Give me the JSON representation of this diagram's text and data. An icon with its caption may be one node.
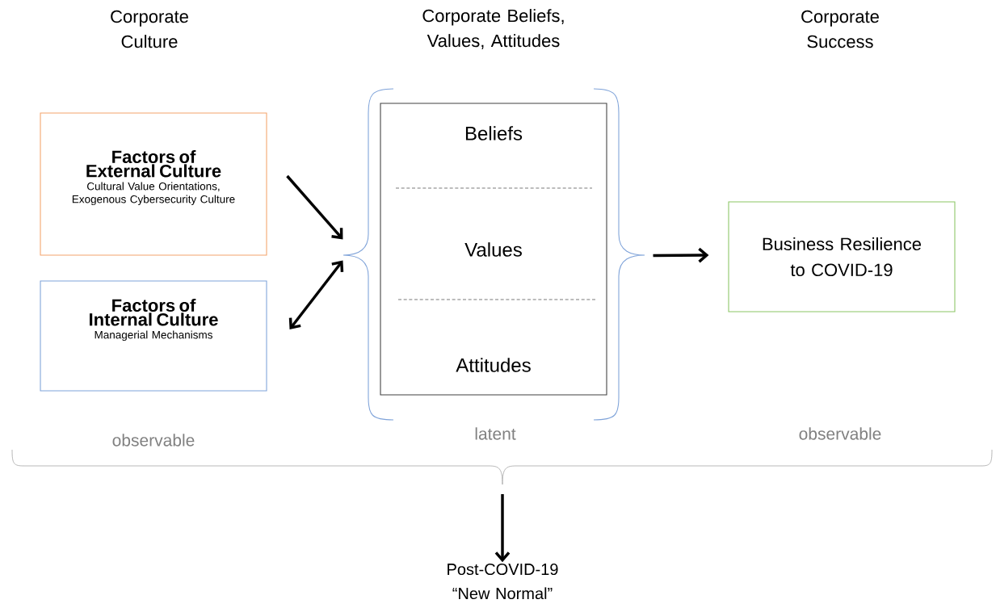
{
  "diagram": {
    "nodes": [
      {
        "text": [
          "Factors of External Culture",
          "Cultural Value Orientations, Exogenous Cybersecurity Culture"
        ]
      },
      {
        "text": [
          "Factors of Internal Culture",
          "Managerial Mechanisms"
        ]
      },
      {
        "text": [
          "Beliefs",
          "Values",
          "Attitudes"
        ]
      },
      {
        "text": [
          "Business Resilience to COVID-19"
        ]
      },
      {
        "text": [
          "Post-COVID-19 “New Normal”"
        ]
      }
    ],
    "edges": [
      {
        "from": 0,
        "to": 2,
        "arrow": "to"
      },
      {
        "from": 1,
        "to": 2,
        "arrow": "both"
      },
      {
        "from": 2,
        "to": 3,
        "arrow": "to"
      },
      {
        "from": null,
        "to": 4,
        "arrow": "to"
      }
    ],
    "labels": [
      "Corporate Culture",
      "Corporate Beliefs, Values, Attitudes",
      "Corporate Success",
      "observable",
      "latent",
      "observable"
    ]
  }
}
